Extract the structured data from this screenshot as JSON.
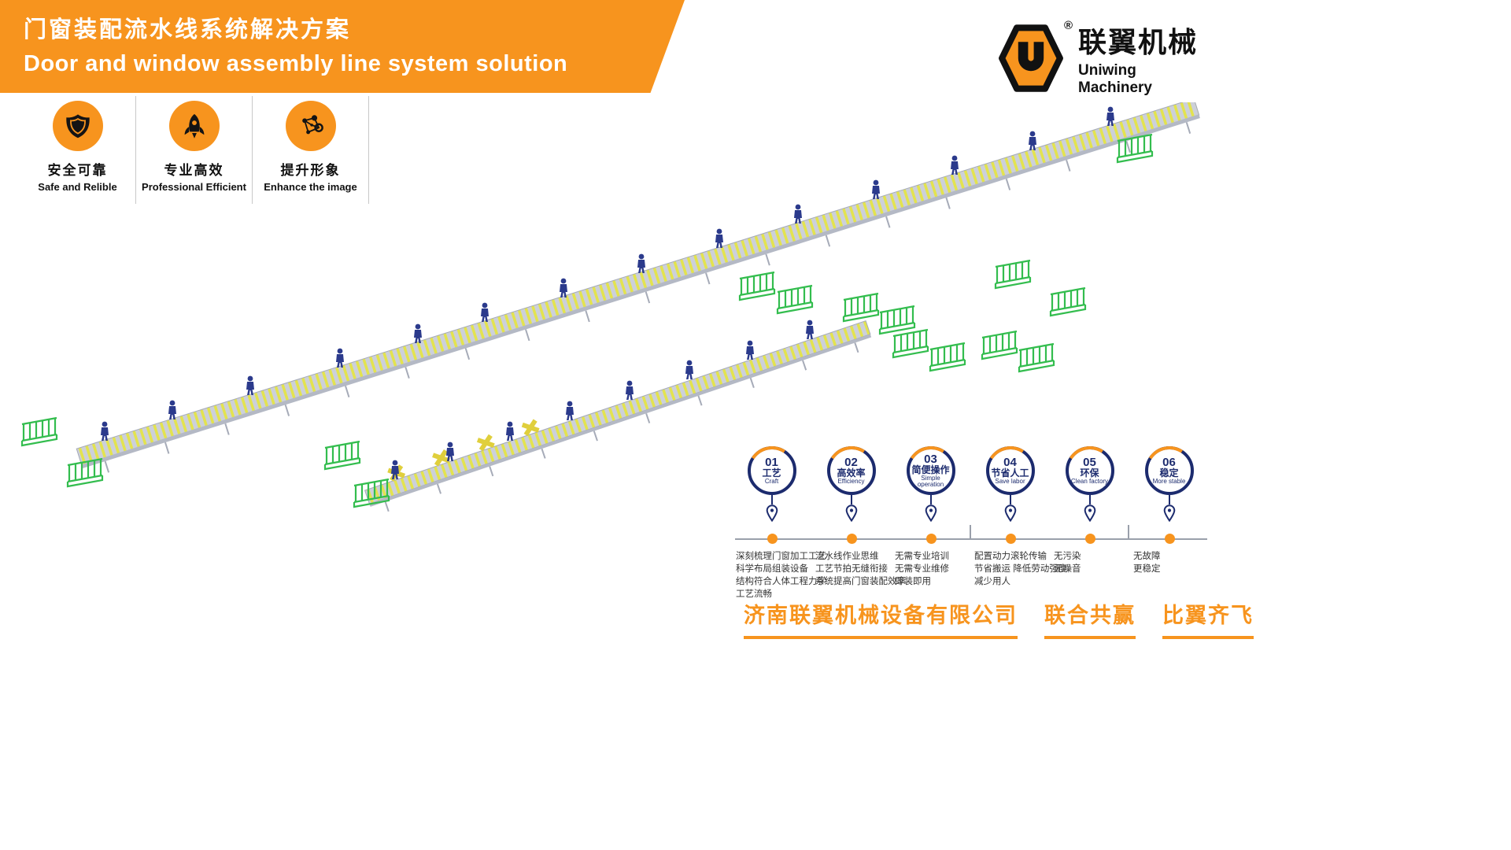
{
  "header": {
    "title_zh": "门窗装配流水线系统解决方案",
    "title_en": "Door and window assembly line system solution"
  },
  "logo": {
    "name_zh": "联翼机械",
    "name_en": "Uniwing Machinery",
    "registered_mark": "®",
    "icon": "hexagon-u-logo-icon"
  },
  "features": [
    {
      "icon": "shield-icon",
      "zh": "安全可靠",
      "en": "Safe and Relible"
    },
    {
      "icon": "rocket-icon",
      "zh": "专业高效",
      "en": "Professional Efficient"
    },
    {
      "icon": "molecule-icon",
      "zh": "提升形象",
      "en": "Enhance the image"
    }
  ],
  "timeline": [
    {
      "num": "01",
      "zh": "工艺",
      "en": "Craft",
      "details": [
        "深刻梳理门窗加工工艺",
        "科学布局组装设备",
        "结构符合人体工程力学",
        "工艺流畅"
      ]
    },
    {
      "num": "02",
      "zh": "高效率",
      "en": "Efficiency",
      "details": [
        "流水线作业思维",
        "工艺节拍无缝衔接",
        "系统提高门窗装配效率"
      ]
    },
    {
      "num": "03",
      "zh": "简便操作",
      "en": "Simple operation",
      "details": [
        "无需专业培训",
        "无需专业维修",
        "即装即用"
      ]
    },
    {
      "num": "04",
      "zh": "节省人工",
      "en": "Save labor",
      "details": [
        "配置动力滚轮传输",
        "节省搬运 降低劳动强度",
        "减少用人"
      ]
    },
    {
      "num": "05",
      "zh": "环保",
      "en": "Clean factory",
      "details": [
        "无污染",
        "无噪音"
      ]
    },
    {
      "num": "06",
      "zh": "稳定",
      "en": "More stable",
      "details": [
        "无故障",
        "更稳定"
      ]
    }
  ],
  "footer": {
    "company": "济南联翼机械设备有限公司",
    "slogan1": "联合共赢",
    "slogan2": "比翼齐飞"
  },
  "colors": {
    "orange": "#F7941E",
    "navy": "#1C2B6E",
    "worker_blue": "#2B3A8C",
    "rack_green": "#33BD4E",
    "roller_yellow": "#E3E34F",
    "conveyor_gray": "#CCD0DA"
  }
}
